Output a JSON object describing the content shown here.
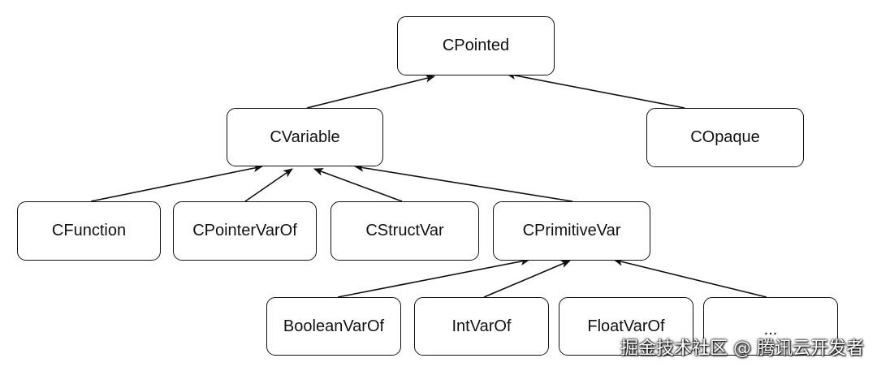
{
  "colors": {
    "stroke": "#111111",
    "node_fill": "#ffffff",
    "watermark": "#ffffff"
  },
  "nodes": {
    "cpointed": "CPointed",
    "cvariable": "CVariable",
    "copaque": "COpaque",
    "cfunction": "CFunction",
    "cpointervarof": "CPointerVarOf",
    "cstructvar": "CStructVar",
    "cprimitivevar": "CPrimitiveVar",
    "booleanvarof": "BooleanVarOf",
    "intvarof": "IntVarOf",
    "floatvarof": "FloatVarOf",
    "more": "..."
  },
  "edges": [
    {
      "from": "cvariable",
      "to": "cpointed"
    },
    {
      "from": "copaque",
      "to": "cpointed"
    },
    {
      "from": "cfunction",
      "to": "cvariable"
    },
    {
      "from": "cpointervarof",
      "to": "cvariable"
    },
    {
      "from": "cstructvar",
      "to": "cvariable"
    },
    {
      "from": "cprimitivevar",
      "to": "cvariable"
    },
    {
      "from": "booleanvarof",
      "to": "cprimitivevar"
    },
    {
      "from": "intvarof",
      "to": "cprimitivevar"
    },
    {
      "from": "more",
      "to": "cprimitivevar"
    }
  ],
  "watermark": "掘金技术社区 @ 腾讯云开发者"
}
